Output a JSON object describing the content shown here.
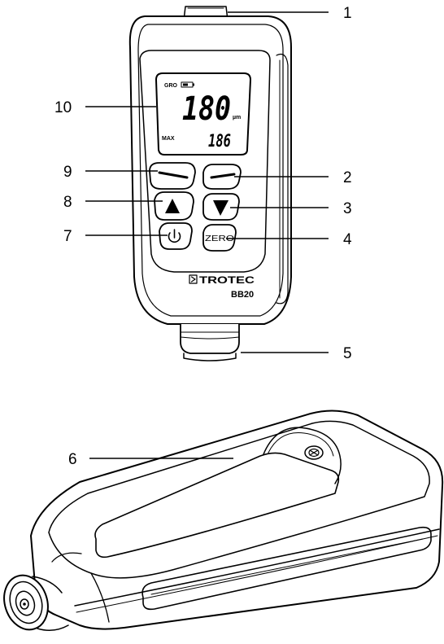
{
  "device": {
    "brand": "TROTEC",
    "model": "BB20",
    "display": {
      "mode": "GRO",
      "main_value": "180",
      "unit": "µm",
      "max_label": "MAX",
      "max_value": "186"
    },
    "zero_button_label": "ZERO"
  },
  "callouts": [
    {
      "number": "1"
    },
    {
      "number": "2"
    },
    {
      "number": "3"
    },
    {
      "number": "4"
    },
    {
      "number": "5"
    },
    {
      "number": "6"
    },
    {
      "number": "7"
    },
    {
      "number": "8"
    },
    {
      "number": "9"
    },
    {
      "number": "10"
    }
  ]
}
